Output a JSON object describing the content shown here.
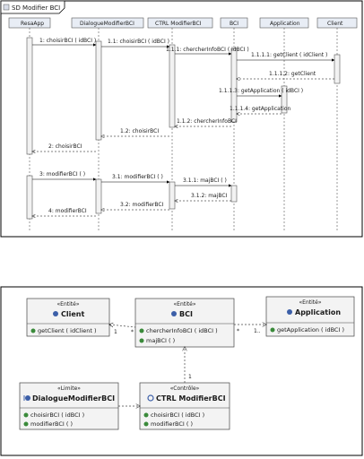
{
  "sequence": {
    "title": "SD Modifier BCI",
    "lifelines": [
      "ResaApp",
      "DialogueModifierBCI",
      "CTRL ModifierBCI",
      "BCI",
      "Application",
      "Client"
    ],
    "messages": [
      "1: choisirBCI ( idBCI )",
      "1.1: choisirBCI ( idBCI )",
      "1.1.1: chercherInfoBCI ( idBCI )",
      "1.1.1.1: getClient ( idClient )",
      "1.1.1.2: getClient",
      "1.1.1.3: getApplication ( idBCI )",
      "1.1.1.4: getApplication",
      "1.1.2: chercherInfoBCI",
      "1.2: choisirBCI",
      "2: choisirBCI",
      "3: modifierBCI ( )",
      "3.1: modifierBCI ( )",
      "3.1.1: majBCI ( )",
      "3.1.2: majBCI",
      "3.2: modifierBCI",
      "4: modifierBCI"
    ]
  },
  "classdiagram": {
    "classes": {
      "client": {
        "stereotype": "«Entité»",
        "name": "Client",
        "ops": [
          "getClient ( idClient )"
        ]
      },
      "bci": {
        "stereotype": "«Entité»",
        "name": "BCI",
        "ops": [
          "chercherInfoBCI ( idBCI )",
          "majBCI ( )"
        ]
      },
      "application": {
        "stereotype": "«Entité»",
        "name": "Application",
        "ops": [
          "getApplication ( idBCI )"
        ]
      },
      "dialogue": {
        "stereotype": "«Limite»",
        "name": "DialogueModifierBCI",
        "ops": [
          "choisirBCI ( idBCI )",
          "modifierBCI ( )"
        ]
      },
      "ctrl": {
        "stereotype": "«Contrôle»",
        "name": "CTRL ModifierBCI",
        "ops": [
          "choisirBCI ( idBCI )",
          "modifierBCI ( )"
        ]
      }
    },
    "multiplicities": {
      "client_side": "1",
      "bci_left": "*",
      "bci_right": "*",
      "app_side": "1..",
      "ctrl_to_bci": "1"
    }
  },
  "colors": {
    "border": "#000000",
    "lifeline_head_bg": "#e8edf5",
    "activation_bg": "#f2f2f2",
    "class_bg": "#f3f3f3",
    "icon_blue": "#3c5fa8"
  }
}
